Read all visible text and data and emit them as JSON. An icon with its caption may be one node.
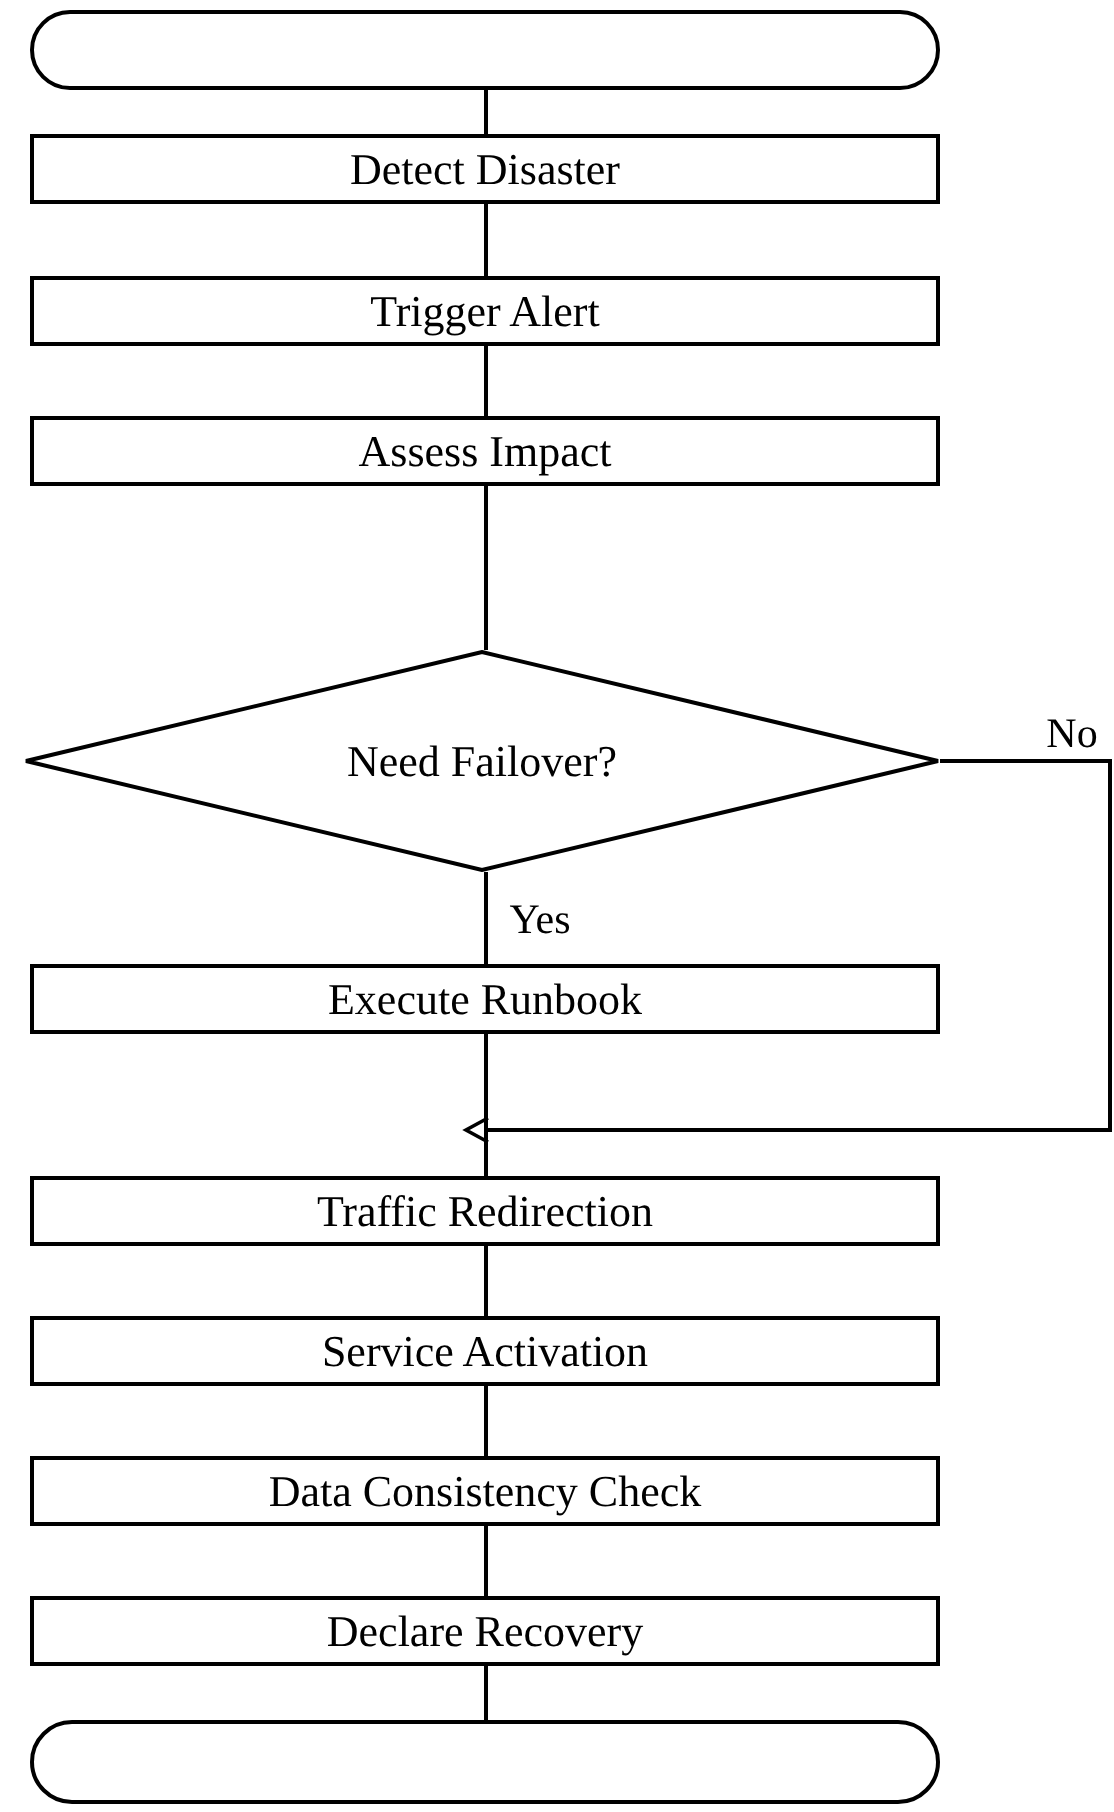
{
  "diagram": {
    "nodes": [
      {
        "text": [],
        "shape": "oval"
      },
      {
        "text": [
          "Detect Disaster"
        ]
      },
      {
        "text": [
          "Trigger Alert"
        ]
      },
      {
        "text": [
          "Assess Impact"
        ]
      },
      {
        "text": [
          "Need Failover?"
        ]
      },
      {
        "text": [
          "Execute Runbook"
        ]
      },
      {
        "text": [
          "Traffic Redirection"
        ]
      },
      {
        "text": [
          "Service Activation"
        ]
      },
      {
        "text": [
          "Data Consistency Check"
        ]
      },
      {
        "text": [
          "Declare Recovery"
        ]
      },
      {
        "text": [],
        "shape": "oval"
      }
    ],
    "edges": [
      {
        "from": 0,
        "to": 1,
        "arrow": "none"
      },
      {
        "from": 1,
        "to": 2,
        "arrow": "none"
      },
      {
        "from": 2,
        "to": 3,
        "arrow": "none"
      },
      {
        "from": 3,
        "to": 4,
        "arrow": "none"
      },
      {
        "from": 4,
        "to": 5,
        "arrow": "none",
        "label": "Yes"
      },
      {
        "from": 4,
        "to": 6,
        "arrow": "to",
        "label": "No"
      },
      {
        "from": 5,
        "to": 6,
        "arrow": "none"
      },
      {
        "from": 6,
        "to": 7,
        "arrow": "none"
      },
      {
        "from": 7,
        "to": 8,
        "arrow": "none"
      },
      {
        "from": 8,
        "to": 9,
        "arrow": "none"
      },
      {
        "from": 9,
        "to": 10,
        "arrow": "none"
      }
    ]
  }
}
